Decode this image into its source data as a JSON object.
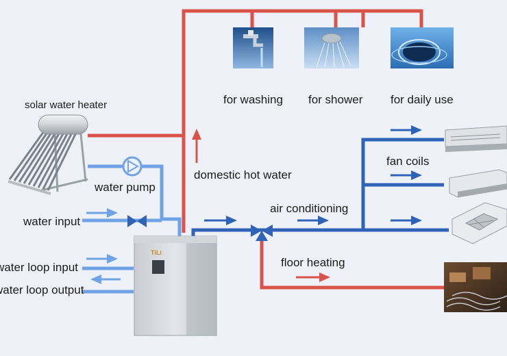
{
  "colors": {
    "hot_pipe": "#d9534a",
    "cold_pipe": "#2f63b8",
    "supply_pipe": "#6fa2e6",
    "background": "#eef2f8"
  },
  "unit": {
    "brand": "TiLi"
  },
  "labels": {
    "solar_water_heater": "solar water heater",
    "water_pump": "water pump",
    "water_input": "water input",
    "water_loop_input": "water loop input",
    "water_loop_output": "water loop output",
    "domestic_hot_water": "domestic hot water",
    "for_washing": "for washing",
    "for_shower": "for shower",
    "for_daily_use": "for daily use",
    "fan_coils": "fan coils",
    "air_conditioning": "air conditioning",
    "floor_heating": "floor heating"
  },
  "icons": {
    "washing": "faucet-icon",
    "shower": "shower-head-icon",
    "daily_use": "water-splash-icon",
    "pump": "pump-icon",
    "valve": "three-way-valve-icon"
  }
}
